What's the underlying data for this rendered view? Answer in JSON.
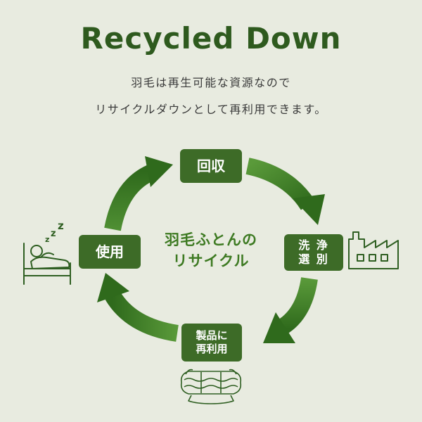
{
  "title": "Recycled Down",
  "subtitle": {
    "line1": "羽毛は再生可能な資源なので",
    "line2": "リサイクルダウンとして再利用できます。"
  },
  "center": {
    "line1": "羽毛ふとんの",
    "line2": "リサイクル"
  },
  "nodes": {
    "collect": "回収",
    "sort_line1": "洗 浄",
    "sort_line2": "選 別",
    "remake_line1": "製品に",
    "remake_line2": "再利用",
    "use": "使用"
  },
  "colors": {
    "background": "#e8ebe0",
    "title": "#2e5a1e",
    "node": "#3d6b27",
    "arrow": "#3f7a22",
    "center_text": "#3d7a22",
    "icon_stroke": "#2f5f22"
  },
  "icons": [
    "sleeping-person-icon",
    "factory-icon",
    "folded-futon-icon"
  ]
}
